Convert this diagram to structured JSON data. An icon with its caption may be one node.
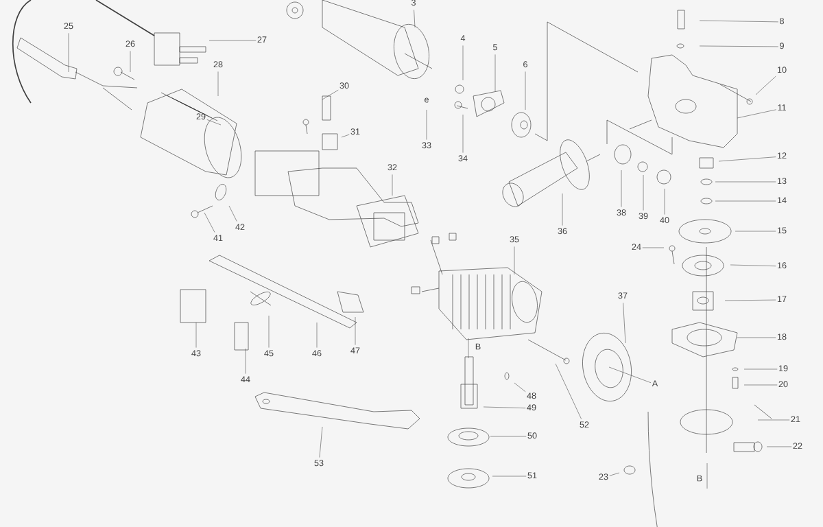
{
  "diagram": {
    "nodes": [
      {
        "text": [
          "3"
        ]
      },
      {
        "text": [
          "4"
        ]
      },
      {
        "text": [
          "5"
        ]
      },
      {
        "text": [
          "6"
        ]
      },
      {
        "text": [
          "8"
        ]
      },
      {
        "text": [
          "9"
        ]
      },
      {
        "text": [
          "10"
        ]
      },
      {
        "text": [
          "11"
        ]
      },
      {
        "text": [
          "12"
        ]
      },
      {
        "text": [
          "13"
        ]
      },
      {
        "text": [
          "14"
        ]
      },
      {
        "text": [
          "15"
        ]
      },
      {
        "text": [
          "16"
        ]
      },
      {
        "text": [
          "17"
        ]
      },
      {
        "text": [
          "18"
        ]
      },
      {
        "text": [
          "19"
        ]
      },
      {
        "text": [
          "20"
        ]
      },
      {
        "text": [
          "21"
        ]
      },
      {
        "text": [
          "22"
        ]
      },
      {
        "text": [
          "23"
        ]
      },
      {
        "text": [
          "24"
        ]
      },
      {
        "text": [
          "25"
        ]
      },
      {
        "text": [
          "26"
        ]
      },
      {
        "text": [
          "27"
        ]
      },
      {
        "text": [
          "28"
        ]
      },
      {
        "text": [
          "29"
        ]
      },
      {
        "text": [
          "30"
        ]
      },
      {
        "text": [
          "31"
        ]
      },
      {
        "text": [
          "32"
        ]
      },
      {
        "text": [
          "33"
        ]
      },
      {
        "text": [
          "34"
        ]
      },
      {
        "text": [
          "35"
        ]
      },
      {
        "text": [
          "36"
        ]
      },
      {
        "text": [
          "37"
        ]
      },
      {
        "text": [
          "38"
        ]
      },
      {
        "text": [
          "39"
        ]
      },
      {
        "text": [
          "40"
        ]
      },
      {
        "text": [
          "41"
        ]
      },
      {
        "text": [
          "42"
        ]
      },
      {
        "text": [
          "43"
        ]
      },
      {
        "text": [
          "44"
        ]
      },
      {
        "text": [
          "45"
        ]
      },
      {
        "text": [
          "46"
        ]
      },
      {
        "text": [
          "47"
        ]
      },
      {
        "text": [
          "48"
        ]
      },
      {
        "text": [
          "49"
        ]
      },
      {
        "text": [
          "50"
        ]
      },
      {
        "text": [
          "51"
        ]
      },
      {
        "text": [
          "52"
        ]
      },
      {
        "text": [
          "53"
        ]
      },
      {
        "text": [
          "A"
        ]
      }
    ],
    "edges": [
      {
        "from": 0,
        "to": null,
        "arrow": "none"
      },
      {
        "from": 1,
        "to": null,
        "arrow": "none"
      },
      {
        "from": 2,
        "to": null,
        "arrow": "none"
      },
      {
        "from": 3,
        "to": null,
        "arrow": "none"
      },
      {
        "from": 4,
        "to": null,
        "arrow": "none"
      },
      {
        "from": 5,
        "to": null,
        "arrow": "none"
      },
      {
        "from": 6,
        "to": null,
        "arrow": "none"
      },
      {
        "from": 7,
        "to": null,
        "arrow": "none"
      },
      {
        "from": 8,
        "to": null,
        "arrow": "none"
      },
      {
        "from": 9,
        "to": null,
        "arrow": "none"
      },
      {
        "from": 10,
        "to": null,
        "arrow": "none"
      },
      {
        "from": 11,
        "to": null,
        "arrow": "none"
      },
      {
        "from": 12,
        "to": null,
        "arrow": "none"
      },
      {
        "from": 13,
        "to": null,
        "arrow": "none"
      },
      {
        "from": 14,
        "to": null,
        "arrow": "none"
      },
      {
        "from": 15,
        "to": null,
        "arrow": "none"
      },
      {
        "from": 16,
        "to": null,
        "arrow": "none"
      },
      {
        "from": 17,
        "to": null,
        "arrow": "none"
      },
      {
        "from": 18,
        "to": null,
        "arrow": "none"
      },
      {
        "from": 19,
        "to": null,
        "arrow": "none"
      },
      {
        "from": 20,
        "to": null,
        "arrow": "none"
      },
      {
        "from": 21,
        "to": null,
        "arrow": "none"
      },
      {
        "from": 22,
        "to": null,
        "arrow": "none"
      },
      {
        "from": 23,
        "to": null,
        "arrow": "none"
      },
      {
        "from": 24,
        "to": null,
        "arrow": "none"
      },
      {
        "from": 25,
        "to": null,
        "arrow": "none"
      },
      {
        "from": 26,
        "to": null,
        "arrow": "none"
      },
      {
        "from": 27,
        "to": null,
        "arrow": "none"
      },
      {
        "from": 28,
        "to": null,
        "arrow": "none"
      },
      {
        "from": 29,
        "to": null,
        "arrow": "none"
      },
      {
        "from": 30,
        "to": null,
        "arrow": "none"
      },
      {
        "from": 31,
        "to": null,
        "arrow": "none"
      },
      {
        "from": 32,
        "to": null,
        "arrow": "none"
      },
      {
        "from": 33,
        "to": null,
        "arrow": "none"
      },
      {
        "from": 34,
        "to": null,
        "arrow": "none"
      },
      {
        "from": 35,
        "to": null,
        "arrow": "none"
      },
      {
        "from": 36,
        "to": null,
        "arrow": "none"
      },
      {
        "from": 37,
        "to": null,
        "arrow": "none"
      },
      {
        "from": 38,
        "to": null,
        "arrow": "none"
      },
      {
        "from": 39,
        "to": null,
        "arrow": "none"
      },
      {
        "from": 40,
        "to": null,
        "arrow": "none"
      },
      {
        "from": 41,
        "to": null,
        "arrow": "none"
      },
      {
        "from": 42,
        "to": null,
        "arrow": "none"
      },
      {
        "from": 43,
        "to": null,
        "arrow": "none"
      },
      {
        "from": 44,
        "to": null,
        "arrow": "none"
      },
      {
        "from": 45,
        "to": null,
        "arrow": "none"
      },
      {
        "from": 46,
        "to": null,
        "arrow": "none"
      },
      {
        "from": 47,
        "to": null,
        "arrow": "none"
      },
      {
        "from": 48,
        "to": null,
        "arrow": "none"
      },
      {
        "from": 49,
        "to": null,
        "arrow": "none"
      },
      {
        "from": 50,
        "to": null,
        "arrow": "none"
      }
    ],
    "labels": [
      "e",
      "B",
      "B"
    ]
  }
}
